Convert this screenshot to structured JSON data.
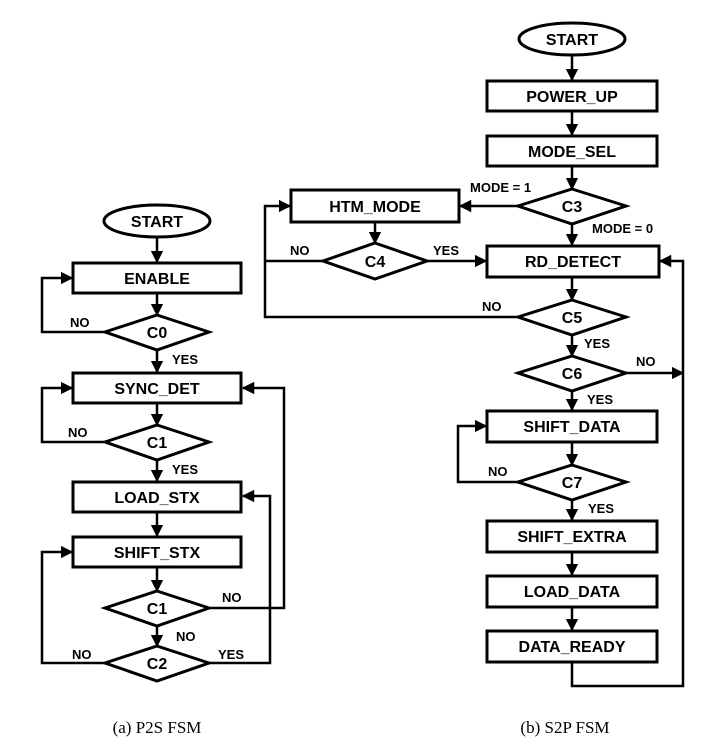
{
  "p2s": {
    "caption": "(a) P2S FSM",
    "start": "START",
    "enable": "ENABLE",
    "c0": "C0",
    "sync_det": "SYNC_DET",
    "c1a": "C1",
    "load_stx": "LOAD_STX",
    "shift_stx": "SHIFT_STX",
    "c1b": "C1",
    "c2": "C2",
    "labels": {
      "no_c0": "NO",
      "yes_c0": "YES",
      "no_c1a": "NO",
      "yes_c1a": "YES",
      "no_c1b_right": "NO",
      "no_c1b_down": "NO",
      "no_c2": "NO",
      "yes_c2": "YES"
    }
  },
  "s2p": {
    "caption": "(b) S2P FSM",
    "start": "START",
    "power_up": "POWER_UP",
    "mode_sel": "MODE_SEL",
    "c3": "C3",
    "htm_mode": "HTM_MODE",
    "c4": "C4",
    "rd_detect": "RD_DETECT",
    "c5": "C5",
    "c6": "C6",
    "shift_data": "SHIFT_DATA",
    "c7": "C7",
    "shift_extra": "SHIFT_EXTRA",
    "load_data": "LOAD_DATA",
    "data_ready": "DATA_READY",
    "labels": {
      "mode1": "MODE = 1",
      "mode0": "MODE = 0",
      "no_c4": "NO",
      "yes_c4": "YES",
      "no_c5": "NO",
      "yes_c5": "YES",
      "no_c6": "NO",
      "yes_c6": "YES",
      "no_c7": "NO",
      "yes_c7": "YES"
    }
  }
}
